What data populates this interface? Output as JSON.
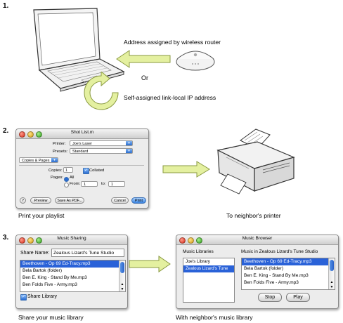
{
  "steps": {
    "one": "1.",
    "two": "2.",
    "three": "3."
  },
  "step1": {
    "router_caption": "Address assigned by wireless router",
    "or_text": "Or",
    "selfassigned_caption": "Self-assigned link-local IP address"
  },
  "step2": {
    "window_title": "Shot List.m",
    "printer_label": "Printer:",
    "printer_value": "Joe's Laser",
    "presets_label": "Presets:",
    "presets_value": "Standard",
    "section_value": "Copies & Pages",
    "copies_label": "Copies:",
    "copies_value": "1",
    "collated_label": "Collated",
    "pages_label": "Pages:",
    "all_label": "All",
    "from_label": "From:",
    "from_value": "1",
    "to_label": "to:",
    "to_value": "1",
    "help_label": "?",
    "preview_label": "Preview",
    "saveas_label": "Save As PDF...",
    "cancel_label": "Cancel",
    "print_label": "Print",
    "caption_left": "Print your playlist",
    "caption_right": "To neighbor's printer"
  },
  "step3": {
    "sharing": {
      "title": "Music Sharing",
      "share_name_label": "Share Name:",
      "share_name_value": "Zealous Lizard's Tune Studio",
      "items": [
        "Beethoven - Op 69 Ed-Tracy.mp3",
        "Bela Bartok (folder)",
        "Ben E. King - Stand By Me.mp3",
        "Ben Folds Five - Army.mp3"
      ],
      "share_library_label": "Share Library"
    },
    "browser": {
      "title": "Music Browser",
      "libraries_label": "Music Libraries",
      "libraries": [
        "Joe's Library",
        "Zealous Lizard's Tune"
      ],
      "in_label": "Music in Zealous Lizard's Tune Studio",
      "items": [
        "Beethoven - Op 69 Ed-Tracy.mp3",
        "Bela Bartok (folder)",
        "Ben E. King - Stand By Me.mp3",
        "Ben Folds Five - Army.mp3"
      ],
      "stop_label": "Stop",
      "play_label": "Play"
    },
    "caption_left": "Share your music library",
    "caption_right": "With neighbor's music library"
  },
  "icons": [
    "laptop-icon",
    "airport-base-station-icon",
    "printer-icon",
    "arrow-icon",
    "cycle-arrow-icon"
  ],
  "colors": {
    "arrow_fill": "#e4f0a0",
    "arrow_stroke": "#8a9a40",
    "selection": "#2a62d8"
  }
}
